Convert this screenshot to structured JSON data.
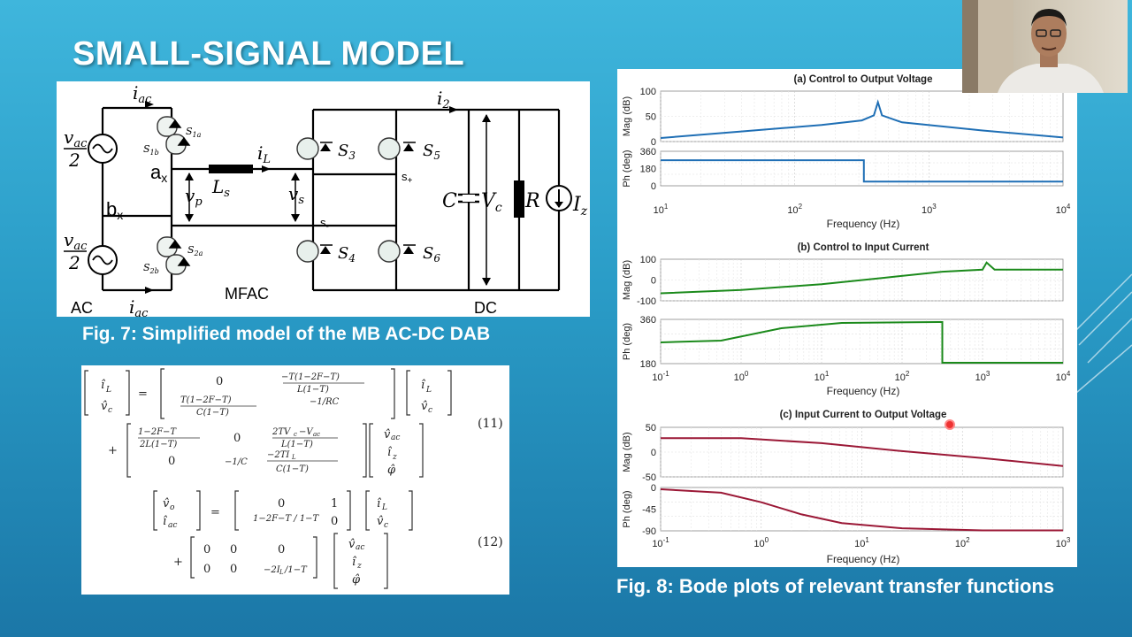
{
  "slide": {
    "title": "SMALL-SIGNAL MODEL",
    "fig7_caption": "Fig. 7: Simplified model of the MB AC-DC DAB",
    "fig8_caption": "Fig. 8: Bode plots of relevant transfer functions"
  },
  "circuit": {
    "labels": {
      "iac_top": "i",
      "iac_sub": "ac",
      "vac_top": "v",
      "vac_sub": "ac",
      "two": "2",
      "ax": "a",
      "bx": "b",
      "x_sub": "x",
      "iL": "i",
      "L_sub": "L",
      "Ls": "L",
      "s_sub": "s",
      "vp": "v",
      "p_sub": "p",
      "vs": "v",
      "i2": "i",
      "i2_sub": "2",
      "S1a": "S",
      "S1a_sub": "1a",
      "S1b": "S",
      "S1b_sub": "1b",
      "S2a": "S",
      "S2a_sub": "2a",
      "S2b": "S",
      "S2b_sub": "2b",
      "S3": "S",
      "S3_sub": "3",
      "S4": "S",
      "S4_sub": "4",
      "S5": "S",
      "S5_sub": "5",
      "S6": "S",
      "S6_sub": "6",
      "s_plus": "s",
      "plus": "+",
      "s_minus": "s",
      "minus": "-",
      "C": "C",
      "Vc": "V",
      "c_sub": "c",
      "R": "R",
      "Iz": "I",
      "z_sub": "z",
      "AC": "AC",
      "MFAC": "MFAC",
      "DC": "DC"
    }
  },
  "equations": {
    "eq11_number": "(11)",
    "eq12_number": "(12)"
  },
  "bode": {
    "frequency_label": "Frequency  (Hz)",
    "plots": [
      {
        "title": "(a) Control to Output Voltage",
        "color": "#1f6fb5",
        "mag_label": "Mag (dB)",
        "phase_label": "Ph (deg)",
        "mag_ticks": [
          "100",
          "50",
          "0"
        ],
        "phase_ticks": [
          "360",
          "180",
          "0"
        ],
        "x_ticks": [
          [
            "10",
            "1"
          ],
          [
            "10",
            "2"
          ],
          [
            "10",
            "3"
          ],
          [
            "10",
            "4"
          ]
        ]
      },
      {
        "title": "(b) Control to Input Current",
        "color": "#1b8a1b",
        "mag_label": "Mag (dB)",
        "phase_label": "Ph (deg)",
        "mag_ticks": [
          "100",
          "0",
          "-100"
        ],
        "phase_ticks": [
          "360",
          "180"
        ],
        "x_ticks": [
          [
            "10",
            "-1"
          ],
          [
            "10",
            "0"
          ],
          [
            "10",
            "1"
          ],
          [
            "10",
            "2"
          ],
          [
            "10",
            "3"
          ],
          [
            "10",
            "4"
          ]
        ]
      },
      {
        "title": "(c) Input Current to Output Voltage",
        "color": "#9b1836",
        "mag_label": "Mag (dB)",
        "phase_label": "Ph (deg)",
        "mag_ticks": [
          "50",
          "0",
          "-50"
        ],
        "phase_ticks": [
          "0",
          "-45",
          "-90"
        ],
        "x_ticks": [
          [
            "10",
            "-1"
          ],
          [
            "10",
            "0"
          ],
          [
            "10",
            "1"
          ],
          [
            "10",
            "2"
          ],
          [
            "10",
            "3"
          ]
        ]
      }
    ]
  }
}
